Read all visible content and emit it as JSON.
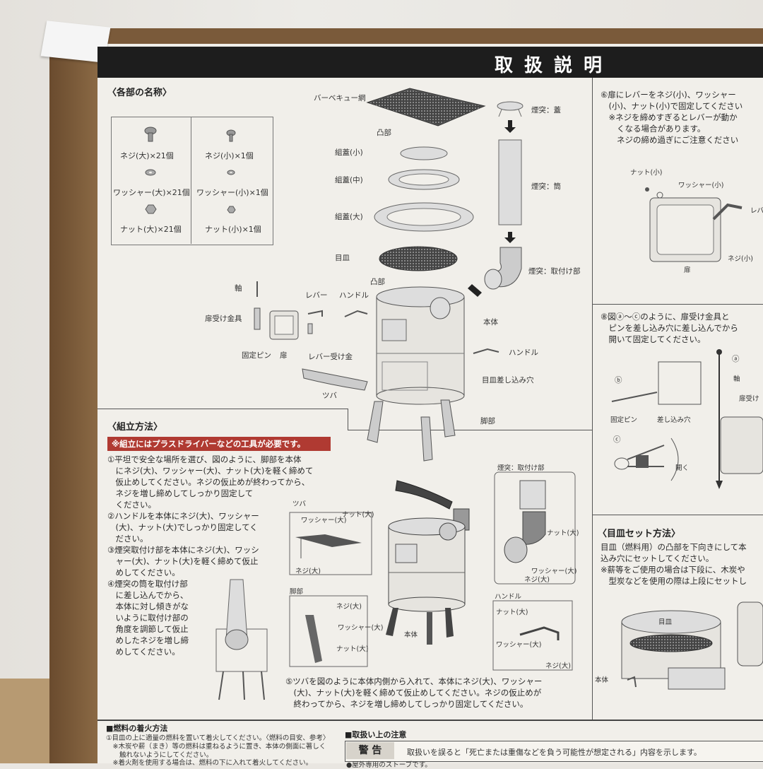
{
  "header": {
    "title": "取扱説明"
  },
  "parts_section": {
    "title": "〈各部の名称〉",
    "hardware": [
      {
        "label": "ネジ(大)×21個",
        "icon": "screw-large-icon"
      },
      {
        "label": "ネジ(小)×1個",
        "icon": "screw-small-icon"
      },
      {
        "label": "ワッシャー(大)×21個",
        "icon": "washer-large-icon"
      },
      {
        "label": "ワッシャー(小)×1個",
        "icon": "washer-small-icon"
      },
      {
        "label": "ナット(大)×21個",
        "icon": "nut-large-icon"
      },
      {
        "label": "ナット(小)×1個",
        "icon": "nut-small-icon"
      }
    ],
    "labels": {
      "bbq_net": "バーベキュー網",
      "convex": "凸部",
      "lid_small": "組蓋(小)",
      "lid_mid": "組蓋(中)",
      "lid_large": "組蓋(大)",
      "grate": "目皿",
      "convex2": "凸部",
      "chimney_cap": "煙突：蓋",
      "chimney_tube": "煙突：筒",
      "chimney_mount": "煙突：取付け部",
      "shaft": "軸",
      "lever": "レバー",
      "handle": "ハンドル",
      "door_bracket": "扉受け金具",
      "fixing_pin": "固定ピン",
      "door": "扉",
      "lever_bracket": "レバー受け金",
      "body": "本体",
      "handle2": "ハンドル",
      "grate_slot": "目皿差し込み穴",
      "brim": "ツバ",
      "legs": "脚部"
    }
  },
  "assembly": {
    "title": "〈組立方法〉",
    "warning": "※組立にはプラスドライバーなどの工具が必要です。",
    "steps": [
      "①平坦で安全な場所を選び、図のように、脚部を本体",
      "　にネジ(大)、ワッシャー(大)、ナット(大)を軽く締めて",
      "　仮止めしてください。ネジの仮止めが終わってから、",
      "　ネジを増し締めしてしっかり固定して",
      "　ください。",
      "②ハンドルを本体にネジ(大)、ワッシャー",
      "　(大)、ナット(大)でしっかり固定してく",
      "　ださい。",
      "③煙突取付け部を本体にネジ(大)、ワッシ",
      "　ャー(大)、ナット(大)を軽く締めて仮止",
      "　めしてください。",
      "④煙突の筒を取付け部",
      "　に差し込んでから、",
      "　本体に対し傾きがな",
      "　いように取付け部の",
      "　角度を調節して仮止",
      "　めしたネジを増し締",
      "　めしてください。"
    ],
    "step5": [
      "⑤ツバを図のように本体内側から入れて、本体にネジ(大)、ワッシャー",
      "　(大)、ナット(大)を軽く締めて仮止めしてください。ネジの仮止めが",
      "　終わってから、ネジを増し締めしてしっかり固定してください。"
    ],
    "diagram_labels": {
      "brim": "ツバ",
      "washer_l": "ワッシャー(大)",
      "nut_l": "ナット(大)",
      "screw_l": "ネジ(大)",
      "legs": "脚部",
      "screw_l2": "ネジ(大)",
      "washer_l2": "ワッシャー(大)",
      "nut_l2": "ナット(大)",
      "body": "本体",
      "chimney_mount": "煙突：取付け部",
      "nut_l3": "ナット(大)",
      "washer_l3": "ワッシャー(大)",
      "screw_l3": "ネジ(大)",
      "handle": "ハンドル",
      "nut_l4": "ナット(大)",
      "washer_l4": "ワッシャー(大)",
      "screw_l4": "ネジ(大)"
    }
  },
  "right_column": {
    "step6": [
      "⑥扉にレバーをネジ(小)、ワッシャー",
      "　(小)、ナット(小)で固定してください",
      "　※ネジを締めすぎるとレバーが動か",
      "　　くなる場合があります。",
      "　　ネジの締め過ぎにご注意ください"
    ],
    "step6_labels": {
      "nut_s": "ナット(小)",
      "washer_s": "ワッシャー(小)",
      "lever": "レバ",
      "door": "扉",
      "screw_s": "ネジ(小)"
    },
    "step8": [
      "⑧図ⓐ〜ⓒのように、扉受け金具と",
      "　ピンを差し込み穴に差し込んでから",
      "　開いて固定してください。"
    ],
    "step8_labels": {
      "b": "ⓑ",
      "a": "ⓐ",
      "c": "ⓒ",
      "fixing_pin": "固定ピン",
      "insert_hole": "差し込み穴",
      "shaft": "軸",
      "door_bracket": "扉受け",
      "open": "開く"
    },
    "grate_title": "〈目皿セット方法〉",
    "grate_text": [
      "目皿（燃料用）の凸部を下向きにして本",
      "込み穴にセットしてください。",
      "※薪等をご使用の場合は下段に、木炭や",
      "　型炭などを使用の際は上段にセットし"
    ],
    "grate_labels": {
      "grate": "目皿",
      "body": "本体"
    }
  },
  "bottom": {
    "fire_title": "■燃料の着火方法",
    "fire_lines": [
      "①目皿の上に適量の燃料を置いて着火してください。〈燃料の目安、参考〉",
      "　※木炭や薪（まき）等の燃料は重ねるように置き、本体の側面に著しく",
      "　　触れないようにしてください。",
      "　※着火剤を使用する場合は、燃料の下に入れて着火してください。"
    ],
    "caution_title": "■取扱い上の注意",
    "warning_badge": "警 告",
    "warning_text": "取扱いを誤ると「死亡または重傷などを負う可能性が想定される」内容を示します。",
    "next_line": "●屋外専用のストーブです。"
  }
}
